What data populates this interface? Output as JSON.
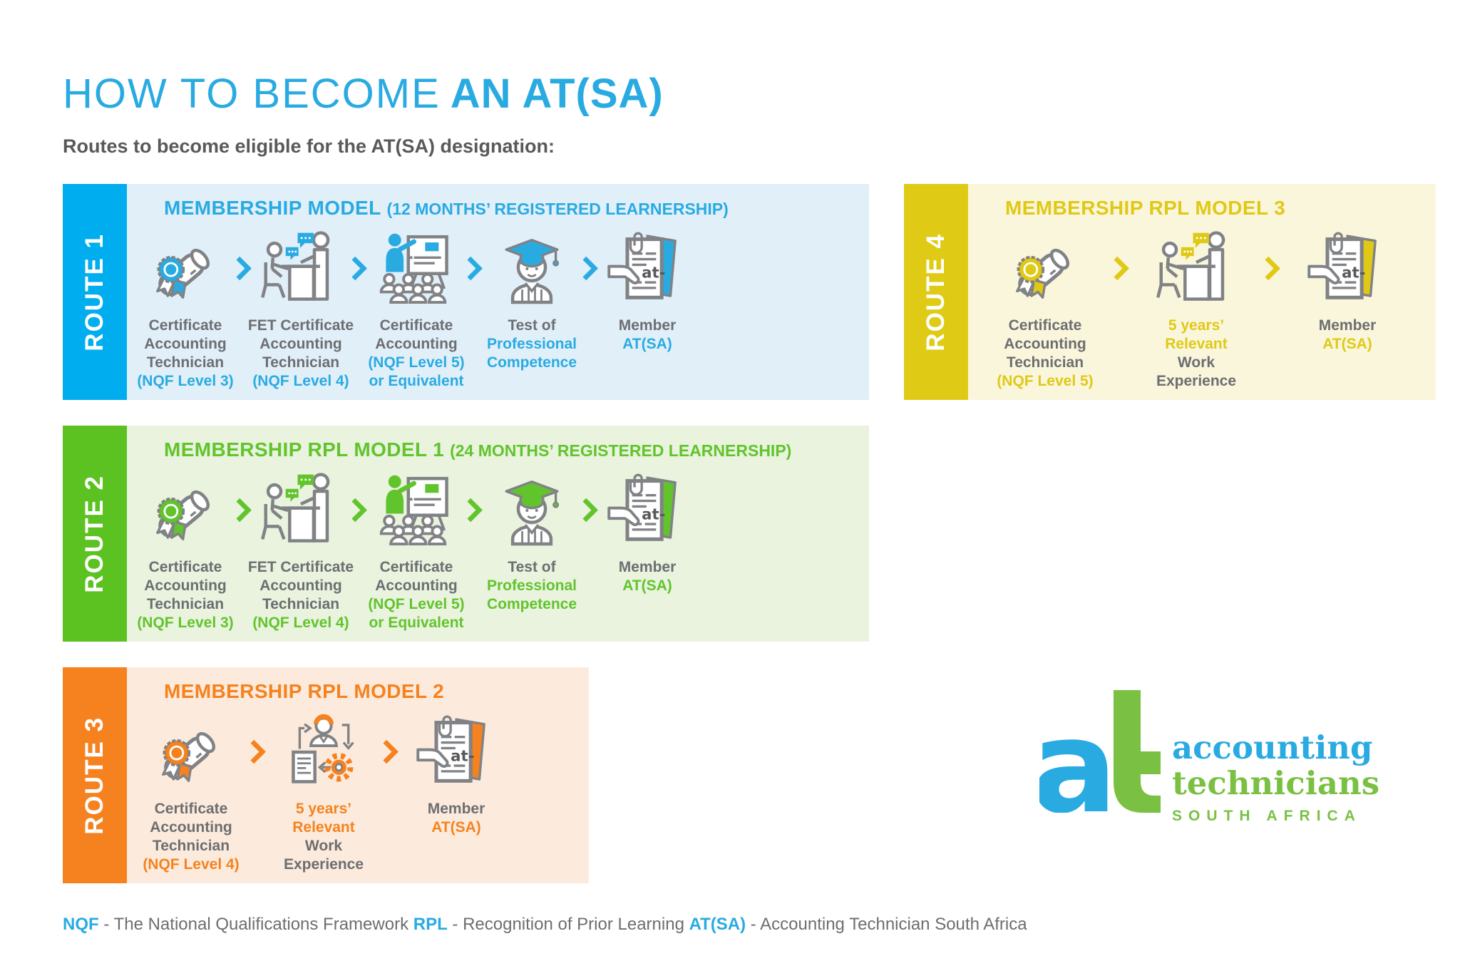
{
  "title": {
    "light": "HOW TO BECOME",
    "bold": "AN AT(SA)"
  },
  "subtitle": "Routes to become eligible for the AT(SA) designation:",
  "colors": {
    "text_gray": "#6D6E71",
    "icon_stroke": "#808285",
    "subtitle_gray": "#58595B",
    "brand_blue": "#29ABE2"
  },
  "routes": [
    {
      "label": "ROUTE 1",
      "heading": "MEMBERSHIP MODEL",
      "heading_note": "(12 MONTHS’ REGISTERED LEARNERSHIP)",
      "colors": {
        "accent": "#29ABE2",
        "band": "#00AEEF",
        "bg": "#E1EFF9"
      },
      "steps": [
        {
          "icon": "diploma-icon",
          "lines": [
            [
              "Certificate",
              "gray"
            ],
            [
              "Accounting",
              "gray"
            ],
            [
              "Technician",
              "gray"
            ],
            [
              "(NQF Level 3)",
              "accent"
            ]
          ]
        },
        {
          "icon": "mentor-desk-icon",
          "lines": [
            [
              "FET Certificate",
              "gray"
            ],
            [
              "Accounting",
              "gray"
            ],
            [
              "Technician",
              "gray"
            ],
            [
              "(NQF Level 4)",
              "accent"
            ]
          ]
        },
        {
          "icon": "classroom-icon",
          "lines": [
            [
              "Certificate",
              "gray"
            ],
            [
              "Accounting",
              "gray"
            ],
            [
              "(NQF Level 5)",
              "accent"
            ],
            [
              "or Equivalent",
              "accent"
            ]
          ]
        },
        {
          "icon": "graduate-icon",
          "lines": [
            [
              "Test of",
              "gray"
            ],
            [
              "Professional",
              "accent"
            ],
            [
              "Competence",
              "accent"
            ]
          ]
        },
        {
          "icon": "member-certificate-icon",
          "lines": [
            [
              "Member",
              "gray"
            ],
            [
              "AT(SA)",
              "accent"
            ]
          ]
        }
      ]
    },
    {
      "label": "ROUTE 2",
      "heading": "MEMBERSHIP RPL MODEL 1",
      "heading_note": "(24 MONTHS’ REGISTERED LEARNERSHIP)",
      "colors": {
        "accent": "#62C42D",
        "band": "#5CC221",
        "bg": "#E9F3DE"
      },
      "steps": [
        {
          "icon": "diploma-icon",
          "lines": [
            [
              "Certificate",
              "gray"
            ],
            [
              "Accounting",
              "gray"
            ],
            [
              "Technician",
              "gray"
            ],
            [
              "(NQF Level 3)",
              "accent"
            ]
          ]
        },
        {
          "icon": "mentor-desk-icon",
          "lines": [
            [
              "FET Certificate",
              "gray"
            ],
            [
              "Accounting",
              "gray"
            ],
            [
              "Technician",
              "gray"
            ],
            [
              "(NQF Level 4)",
              "accent"
            ]
          ]
        },
        {
          "icon": "classroom-icon",
          "lines": [
            [
              "Certificate",
              "gray"
            ],
            [
              "Accounting",
              "gray"
            ],
            [
              "(NQF Level 5)",
              "accent"
            ],
            [
              "or Equivalent",
              "accent"
            ]
          ]
        },
        {
          "icon": "graduate-icon",
          "lines": [
            [
              "Test of",
              "gray"
            ],
            [
              "Professional",
              "accent"
            ],
            [
              "Competence",
              "accent"
            ]
          ]
        },
        {
          "icon": "member-certificate-icon",
          "lines": [
            [
              "Member",
              "gray"
            ],
            [
              "AT(SA)",
              "accent"
            ]
          ]
        }
      ]
    },
    {
      "label": "ROUTE 3",
      "heading": "MEMBERSHIP RPL MODEL 2",
      "heading_note": "",
      "colors": {
        "accent": "#F5821F",
        "band": "#F5821F",
        "bg": "#FCEBDC"
      },
      "steps": [
        {
          "icon": "diploma-icon",
          "lines": [
            [
              "Certificate",
              "gray"
            ],
            [
              "Accounting",
              "gray"
            ],
            [
              "Technician",
              "gray"
            ],
            [
              "(NQF Level 4)",
              "accent"
            ]
          ]
        },
        {
          "icon": "work-experience-icon",
          "lines": [
            [
              "5 years’",
              "accent"
            ],
            [
              "Relevant",
              "accent"
            ],
            [
              "Work",
              "gray"
            ],
            [
              "Experience",
              "gray"
            ]
          ]
        },
        {
          "icon": "member-certificate-icon",
          "lines": [
            [
              "Member",
              "gray"
            ],
            [
              "AT(SA)",
              "accent"
            ]
          ]
        }
      ]
    },
    {
      "label": "ROUTE 4",
      "heading": "MEMBERSHIP RPL MODEL 3",
      "heading_note": "",
      "colors": {
        "accent": "#E0C916",
        "band": "#DFCB15",
        "bg": "#FAF6DC"
      },
      "steps": [
        {
          "icon": "diploma-icon",
          "lines": [
            [
              "Certificate",
              "gray"
            ],
            [
              "Accounting",
              "gray"
            ],
            [
              "Technician",
              "gray"
            ],
            [
              "(NQF Level 5)",
              "accent"
            ]
          ]
        },
        {
          "icon": "mentor-desk-icon",
          "lines": [
            [
              "5 years’",
              "accent"
            ],
            [
              "Relevant",
              "accent"
            ],
            [
              "Work",
              "gray"
            ],
            [
              "Experience",
              "gray"
            ]
          ]
        },
        {
          "icon": "member-certificate-icon",
          "lines": [
            [
              "Member",
              "gray"
            ],
            [
              "AT(SA)",
              "accent"
            ]
          ]
        }
      ]
    }
  ],
  "logo": {
    "word1": "accounting",
    "word2": "technicians",
    "word3": "SOUTH AFRICA",
    "blue": "#29ABE2",
    "green": "#7AC143"
  },
  "footer": {
    "segments": [
      [
        "NQF",
        "em"
      ],
      [
        " - The National Qualifications Framework ",
        "t"
      ],
      [
        "RPL",
        "em"
      ],
      [
        " - Recognition of Prior Learning ",
        "t"
      ],
      [
        "AT(SA)",
        "em"
      ],
      [
        " - Accounting Technician South Africa",
        "t"
      ]
    ]
  }
}
